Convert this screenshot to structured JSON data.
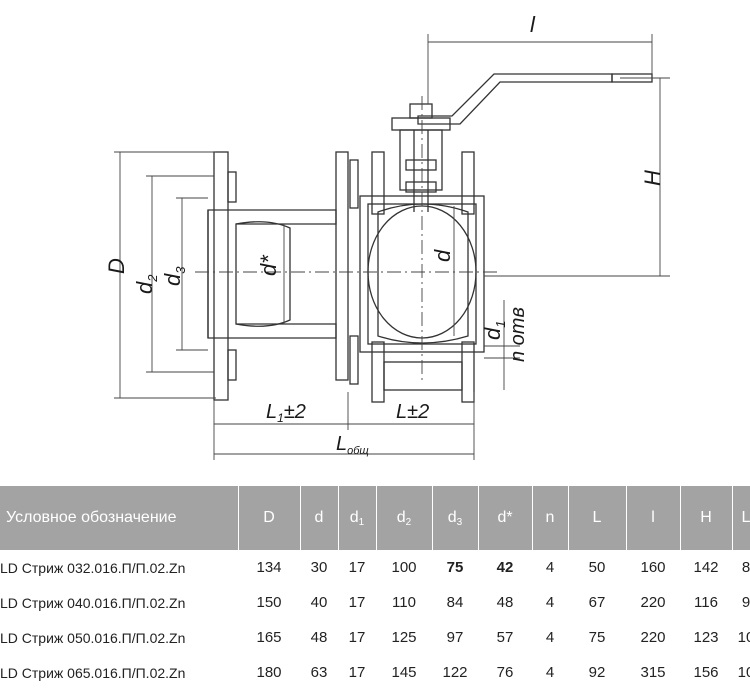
{
  "drawing": {
    "labels": {
      "l": "l",
      "H": "H",
      "D": "D",
      "d2": "d",
      "d2_sub": "2",
      "d3": "d",
      "d3_sub": "3",
      "d_star": "d*",
      "d": "d",
      "d1": "d",
      "d1_sub": "1",
      "n_holes": "n отв",
      "L1": "L",
      "L1_sub": "1",
      "L1_tol": "±2",
      "L": "L±2",
      "L_total": "L",
      "L_total_sub": "общ"
    }
  },
  "table": {
    "headers": [
      {
        "text": "Условное обозначение",
        "sub": ""
      },
      {
        "text": "D",
        "sub": ""
      },
      {
        "text": "d",
        "sub": ""
      },
      {
        "text": "d",
        "sub": "1"
      },
      {
        "text": "d",
        "sub": "2"
      },
      {
        "text": "d",
        "sub": "3"
      },
      {
        "text": "d*",
        "sub": ""
      },
      {
        "text": "n",
        "sub": ""
      },
      {
        "text": "L",
        "sub": ""
      },
      {
        "text": "l",
        "sub": ""
      },
      {
        "text": "H",
        "sub": ""
      },
      {
        "text": "L",
        "sub": ""
      }
    ],
    "rows": [
      [
        "LD Стриж 032.016.П/П.02.Zn",
        "134",
        "30",
        "17",
        "100",
        "75",
        "42",
        "4",
        "50",
        "160",
        "142",
        "8"
      ],
      [
        "LD Стриж 040.016.П/П.02.Zn",
        "150",
        "40",
        "17",
        "110",
        "84",
        "48",
        "4",
        "67",
        "220",
        "116",
        "9"
      ],
      [
        "LD Стриж 050.016.П/П.02.Zn",
        "165",
        "48",
        "17",
        "125",
        "97",
        "57",
        "4",
        "75",
        "220",
        "123",
        "10"
      ],
      [
        "LD Стриж 065.016.П/П.02.Zn",
        "180",
        "63",
        "17",
        "145",
        "122",
        "76",
        "4",
        "92",
        "315",
        "156",
        "10"
      ]
    ],
    "bold_cells": [
      [
        0,
        5
      ],
      [
        0,
        6
      ]
    ]
  }
}
